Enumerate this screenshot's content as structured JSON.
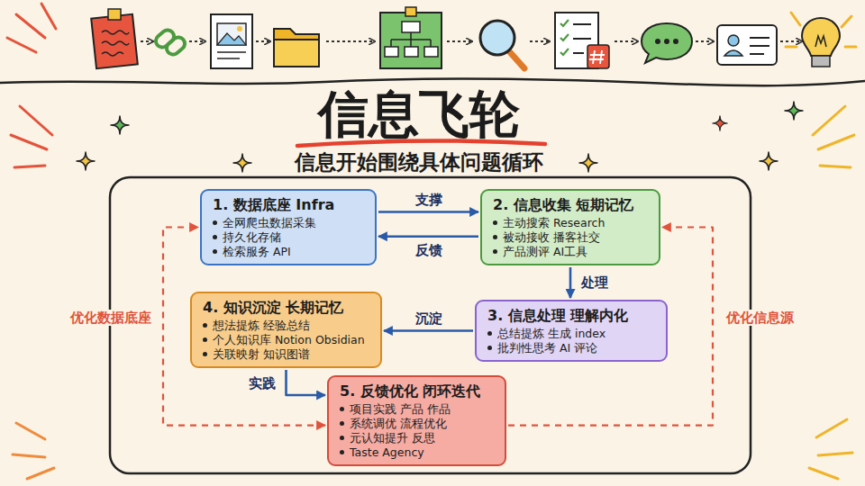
{
  "diagram": {
    "title": "信息飞轮",
    "nodes": [
      {
        "text": [
          "1. 数据底座 Infra",
          "全网爬虫数据采集",
          "持久化存储",
          "检索服务 API"
        ]
      },
      {
        "text": [
          "2. 信息收集 短期记忆",
          "主动搜索 Research",
          "被动接收 播客社交",
          "产品测评 AI工具"
        ]
      },
      {
        "text": [
          "3. 信息处理 理解内化",
          "总结提炼 生成 index",
          "批判性思考 AI 评论"
        ]
      },
      {
        "text": [
          "4. 知识沉淀 长期记忆",
          "想法提炼 经验总结",
          "个人知识库 Notion Obsidian",
          "关联映射 知识图谱"
        ]
      },
      {
        "text": [
          "5. 反馈优化 闭环迭代",
          "项目实践 产品 作品",
          "系统调优 流程优化",
          "元认知提升 反思",
          "Taste Agency"
        ]
      }
    ],
    "edges": [
      {
        "from": 0,
        "to": 1,
        "label": "支撑",
        "arrow": "to"
      },
      {
        "from": 1,
        "to": 0,
        "label": "反馈",
        "arrow": "to"
      },
      {
        "from": 1,
        "to": 2,
        "label": "处理",
        "arrow": "to"
      },
      {
        "from": 2,
        "to": 3,
        "label": "沉淀",
        "arrow": "to"
      },
      {
        "from": 3,
        "to": 4,
        "label": "实践",
        "arrow": "to"
      },
      {
        "from": 4,
        "to": 0,
        "label": "优化数据底座",
        "arrow": "both"
      },
      {
        "from": 4,
        "to": 1,
        "label": "优化信息源",
        "arrow": "to"
      }
    ],
    "labels": [
      "信息开始围绕具体问题循环"
    ]
  }
}
